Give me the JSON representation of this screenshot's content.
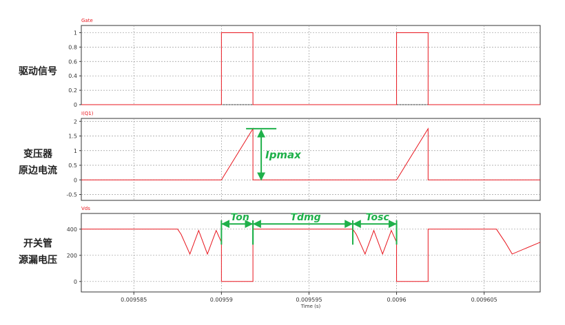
{
  "colors": {
    "trace": "#e8141c",
    "annotation": "#1fb04a",
    "grid": "#9a9a9a",
    "axis": "#333333"
  },
  "side_labels": [
    {
      "lines": [
        "驱动信号"
      ]
    },
    {
      "lines": [
        "变压器",
        "原边电流"
      ]
    },
    {
      "lines": [
        "开关管",
        "源漏电压"
      ]
    }
  ],
  "chart_data": {
    "type": "line",
    "xlabel": "Time (s)",
    "xlim": [
      0.009582,
      0.0096082
    ],
    "xticks": [
      0.009585,
      0.00959,
      0.009595,
      0.0096,
      0.009605
    ],
    "xtick_labels": [
      "0.009585",
      "0.00959",
      "0.009595",
      "0.0096",
      "0.009605"
    ],
    "panels": [
      {
        "series_name": "Gate",
        "ylim": [
          0,
          1.1
        ],
        "yticks": [
          0,
          0.2,
          0.4,
          0.6,
          0.8,
          1
        ],
        "ytick_labels": [
          "0",
          "0.2",
          "0.4",
          "0.6",
          "0.8",
          "1"
        ],
        "x": [
          0.009582,
          0.00959,
          0.00959,
          0.0095918,
          0.0095918,
          0.0096,
          0.0096,
          0.0096018,
          0.0096018,
          0.0096082
        ],
        "y": [
          0,
          0,
          1,
          1,
          0,
          0,
          1,
          1,
          0,
          0
        ]
      },
      {
        "series_name": "I(Q1)",
        "ylim": [
          -0.7,
          2.1
        ],
        "yticks": [
          -0.5,
          0,
          0.5,
          1,
          1.5,
          2
        ],
        "ytick_labels": [
          "-0.5",
          "0",
          "0.5",
          "1",
          "1.5",
          "2"
        ],
        "x": [
          0.009582,
          0.00959,
          0.0095918,
          0.0095918,
          0.0096,
          0.0096018,
          0.0096018,
          0.0096082
        ],
        "y": [
          0,
          0,
          1.75,
          0,
          0,
          1.75,
          0,
          0
        ]
      },
      {
        "series_name": "Vds",
        "ylim": [
          -80,
          520
        ],
        "yticks": [
          0,
          200,
          400
        ],
        "ytick_labels": [
          "0",
          "200",
          "400"
        ],
        "x": [
          0.009582,
          0.0095875,
          0.0095877,
          0.0095882,
          0.0095887,
          0.0095892,
          0.0095897,
          0.00959,
          0.00959,
          0.0095918,
          0.0095918,
          0.0095975,
          0.0095977,
          0.0095982,
          0.0095987,
          0.0095992,
          0.0095997,
          0.0096,
          0.0096,
          0.0096018,
          0.0096018,
          0.0096057,
          0.0096062,
          0.0096066,
          0.0096082
        ],
        "y": [
          400,
          400,
          360,
          210,
          390,
          210,
          390,
          300,
          0,
          0,
          400,
          400,
          360,
          210,
          390,
          210,
          390,
          300,
          0,
          0,
          400,
          400,
          300,
          210,
          300
        ]
      }
    ],
    "annotations": [
      {
        "label": "Ipmax",
        "panel": 1,
        "type": "vertical",
        "x": 0.0095918,
        "y0": 0,
        "y1": 1.75
      },
      {
        "label": "Ton",
        "panel": 2,
        "type": "horizontal",
        "x0": 0.00959,
        "x1": 0.0095918,
        "y": 440
      },
      {
        "label": "Tdmg",
        "panel": 2,
        "type": "horizontal",
        "x0": 0.0095918,
        "x1": 0.0095975,
        "y": 440
      },
      {
        "label": "Tosc",
        "panel": 2,
        "type": "horizontal",
        "x0": 0.0095975,
        "x1": 0.0096,
        "y": 440
      }
    ]
  }
}
